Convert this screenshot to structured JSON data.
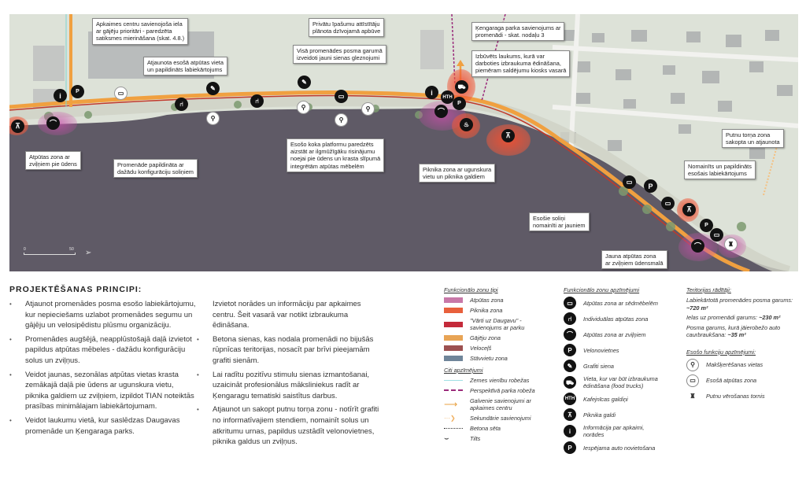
{
  "map": {
    "callouts": [
      {
        "id": "apkaimes-iela",
        "text": "Apkaimes centru savienojoša iela\nar gājēju prioritāri - paredzēta\nsatiksmes mierināšana (skat. 4.8.)"
      },
      {
        "id": "atjaunota-vieta",
        "text": "Atjaunota esošā atpūtas vieta\nun papildināts labiekārtojums"
      },
      {
        "id": "privatu-ipasumu",
        "text": "Privātu īpašumu attīstītāju\nplānota dzīvojamā apbūve"
      },
      {
        "id": "sienas-gleznojumi",
        "text": "Visā promenādes posma garumā\nizveidoti jauni sienas gleznojumi"
      },
      {
        "id": "kengaraga-parka",
        "text": "Ķengaraga parka savienojums ar\npromenādi - skat. nodaļu 3"
      },
      {
        "id": "izbuvets-laukums",
        "text": "Izbūvēts laukums, kurā var\ndarboties izbraukuma ēdināšana,\npiemēram saldējumu kiosks vasarā"
      },
      {
        "id": "atputas-zvilni",
        "text": "Atpūtas zona ar\nzviļņiem pie ūdens"
      },
      {
        "id": "promenade-solini",
        "text": "Promenāde papildināta ar\ndažādu konfigurāciju soliņiem"
      },
      {
        "id": "koka-platformu",
        "text": "Esošo koka platformu paredzēts\naizstāt ar ilgmūžīgāku risinājumu\nnoejai pie ūdens un krasta slīpumā\nintegrētām atpūtas mēbelēm"
      },
      {
        "id": "piknika-zona",
        "text": "Piknika zona ar ugunskura\nvietu un piknika galdiem"
      },
      {
        "id": "putnu-torna",
        "text": "Putnu torņa zona\nsakopta un atjaunota"
      },
      {
        "id": "nomainits",
        "text": "Nomainīts un papildināts\nesošais labiekārtojums"
      },
      {
        "id": "esosie-solini",
        "text": "Esošie soliņi\nnomainīti ar jauniem"
      },
      {
        "id": "jauna-atputas",
        "text": "Jauna atpūtas zona\nar zviļņiem ūdensmalā"
      }
    ],
    "scale": {
      "start": "0",
      "end": "50"
    },
    "colors": {
      "water": "#5e5966",
      "land": "#dfe3da",
      "promenade": "#f0a040",
      "bike": "#c0392b"
    }
  },
  "principles": {
    "title": "PROJEKTĒŠANAS PRINCIPI:",
    "items": [
      "Atjaunot promenādes posma esošo labiekārtojumu, kur nepieciešams uzlabot promenādes segumu un gājēju un velosipēdistu plūsmu organizāciju.",
      "Promenādes augšējā, neapplūstošajā daļā izvietot papildus atpūtas mēbeles - dažādu konfigurāciju solus un zviļņus.",
      "Veidot jaunas, sezonālas atpūtas vietas krasta zemākajā daļā pie ūdens ar ugunskura vietu, piknika galdiem uz zviļņiem, izpildot TIAN noteiktās prasības minimālajam labiekārtojumam.",
      "Veidot laukumu vietā, kur saslēdzas Daugavas promenāde un Ķengaraga parks.",
      "Izvietot norādes un informāciju par apkaimes centru. Šeit vasarā var notikt izbraukuma ēdināšana.",
      "Betona sienas, kas nodala promenādi no bijušās rūpnīcas teritorijas, nosacīt par brīvi pieejamām grafiti sienām.",
      "Lai radītu pozitīvu stimulu sienas izmantošanai, uzaicināt profesionālus māksliniekus radīt ar Ķengaragu tematiski saistītus darbus.",
      "Atjaunot un sakopt putnu torņa zonu - notīrīt grafiti no informatīvajiem stendiem, nomainīt solus un atkritumu urnas, papildus uzstādīt velonovietnes, piknika galdus un zviļņus."
    ]
  },
  "legend_zones": {
    "title": "Funkcionālo zonu tipi",
    "items": [
      {
        "label": "Atpūtas zona",
        "color": "#c878a8"
      },
      {
        "label": "Piknika zona",
        "color": "#e8603c"
      },
      {
        "label": "\"Vārti uz Daugavu\" -\nsavienojums ar parku",
        "color": "#c42a3a"
      },
      {
        "label": "Gājēju zona",
        "color": "#e8a455"
      },
      {
        "label": "Veloceļš",
        "color": "#9c5050"
      },
      {
        "label": "Stāvvietu zona",
        "color": "#6f8599"
      }
    ]
  },
  "legend_other": {
    "title": "Citi apzīmējumi",
    "items": [
      {
        "label": "Zemes vienību robežas",
        "icon": "cyan-line"
      },
      {
        "label": "Perspektīvā parka robeža",
        "icon": "magenta-dashed"
      },
      {
        "label": "Galvenie savienojumi ar\napkaimes centru",
        "icon": "orange-arrow"
      },
      {
        "label": "Sekundārie savienojumi",
        "icon": "orange-dotted-arrow"
      },
      {
        "label": "Betona sēta",
        "icon": "dotted-line"
      },
      {
        "label": "Tilts",
        "icon": "bridge"
      }
    ]
  },
  "legend_symbols": {
    "title": "Funkcionālo zonu apzīmējumi",
    "items": [
      {
        "label": "Atpūtas zona ar sēdmēbelēm",
        "glyph": "▭"
      },
      {
        "label": "Individuālas atpūtas zona",
        "glyph": "⑁"
      },
      {
        "label": "Atpūtas zona ar zviļņiem",
        "glyph": "⌒"
      },
      {
        "label": "Velonovietnes",
        "glyph": "P"
      },
      {
        "label": "Grafiti siena",
        "glyph": "✎"
      },
      {
        "label": "Vieta, kur var būt izbraukuma\nēdināšana (food trucks)",
        "glyph": "⛟"
      },
      {
        "label": "Kafejnīcas galdiņi",
        "glyph": "HTH"
      },
      {
        "label": "Piknika galdi",
        "glyph": "⊼"
      },
      {
        "label": "Informācija par apkaimi,\nnorādes",
        "glyph": "i"
      },
      {
        "label": "Iespējama auto novietošana",
        "glyph": "P"
      }
    ]
  },
  "indicators": {
    "title": "Teritorijas rādītāji:",
    "lines": [
      {
        "label": "Labiekārtotā promenādes posma garums: ",
        "value": "~720 m²"
      },
      {
        "label": "Ielas uz promenādi garums: ",
        "value": "~230 m²"
      },
      {
        "label": "Posma garums, kurā jāierobežo auto caurbraukšana: ",
        "value": "~35 m²"
      }
    ]
  },
  "existing": {
    "title": "Esošo funkciju apzīmējumi:",
    "items": [
      {
        "label": "Makšķerēšanas vietas",
        "glyph": "⚲"
      },
      {
        "label": "Esošā atpūtas zona",
        "glyph": "▭"
      },
      {
        "label": "Putnu vērošanas tornis",
        "glyph": "♜"
      }
    ]
  }
}
